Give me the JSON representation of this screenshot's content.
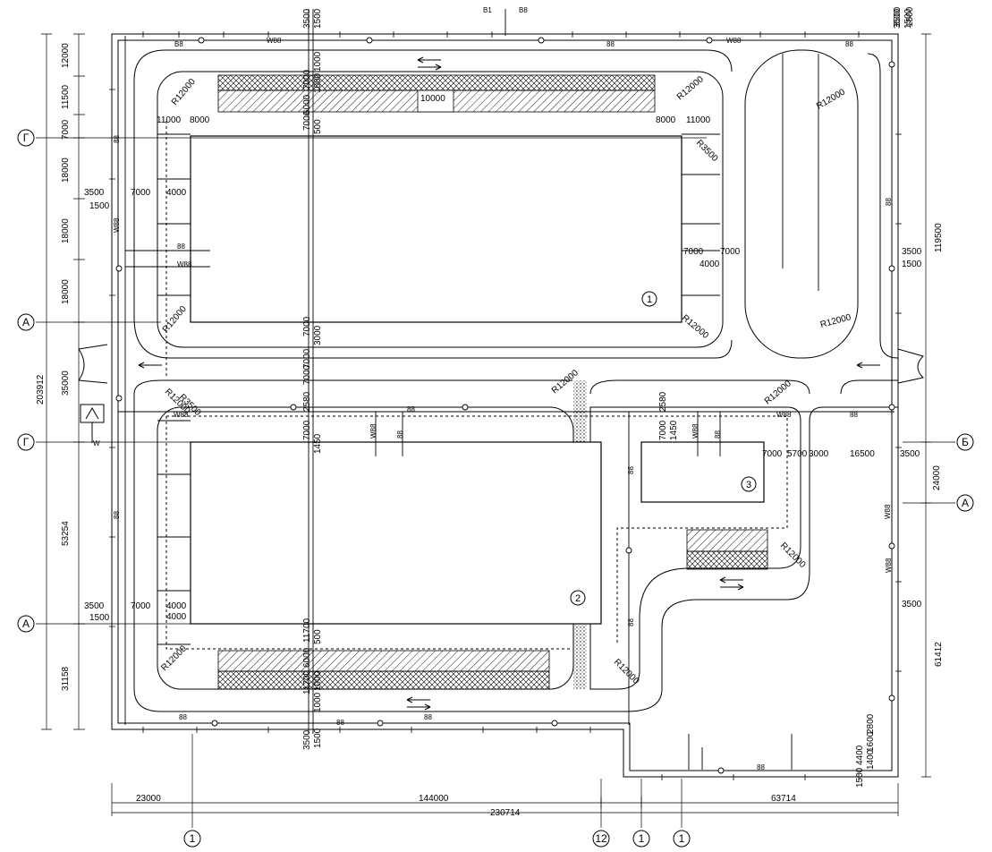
{
  "plan": {
    "buildings": [
      {
        "num": "1"
      },
      {
        "num": "2"
      },
      {
        "num": "3"
      }
    ],
    "axes": {
      "left": [
        "Г",
        "А",
        "Г",
        "А"
      ],
      "right": [
        "Б",
        "А"
      ],
      "bottom": [
        "1",
        "12",
        "1",
        "1"
      ]
    },
    "dims": {
      "top_side": [
        "3500",
        "1500",
        "3500",
        "1500"
      ],
      "left_rows": [
        "12000",
        "11500",
        "7000",
        "18000",
        "18000",
        "18000",
        "35000",
        "53254",
        "31158"
      ],
      "left_total": "203912",
      "right": [
        "119500",
        "24000",
        "61412"
      ],
      "bottom": [
        "23000",
        "144000",
        "63714"
      ],
      "bottom_total": "230714"
    },
    "callouts": [
      "R12000",
      "R12000",
      "R12000",
      "R12000",
      "R12000",
      "R12000",
      "R12000",
      "R12000",
      "R12000",
      "R12000",
      "R12000",
      "R12000",
      "R3500",
      "R3500",
      "11000",
      "8000",
      "8000",
      "11000",
      "10000",
      "7000",
      "4000",
      "7000",
      "4000",
      "7000",
      "4000",
      "7000",
      "4000",
      "3500",
      "1500",
      "3500",
      "1500",
      "3500",
      "1500",
      "3500",
      "7000",
      "3000",
      "7000",
      "7000",
      "2580",
      "2580",
      "7000",
      "1450",
      "7000",
      "1450",
      "7000",
      "5700",
      "3000",
      "16500",
      "3500",
      "7000",
      "6000",
      "7000",
      "1000",
      "500",
      "1000",
      "11700",
      "6000",
      "11700",
      "1000",
      "500",
      "1000",
      "2800",
      "1600",
      "4400",
      "1400",
      "1500",
      "3500",
      "1500",
      "3500",
      "1500"
    ],
    "utility_labels": [
      "В1",
      "В8",
      "В8",
      "W88",
      "88",
      "W88",
      "88",
      "88",
      "W88",
      "88",
      "W88",
      "88",
      "W88",
      "88",
      "W88",
      "88",
      "W88",
      "88",
      "W88",
      "88",
      "88",
      "88",
      "88",
      "88",
      "88",
      "W88",
      "88",
      "88",
      "W88",
      "W"
    ]
  }
}
